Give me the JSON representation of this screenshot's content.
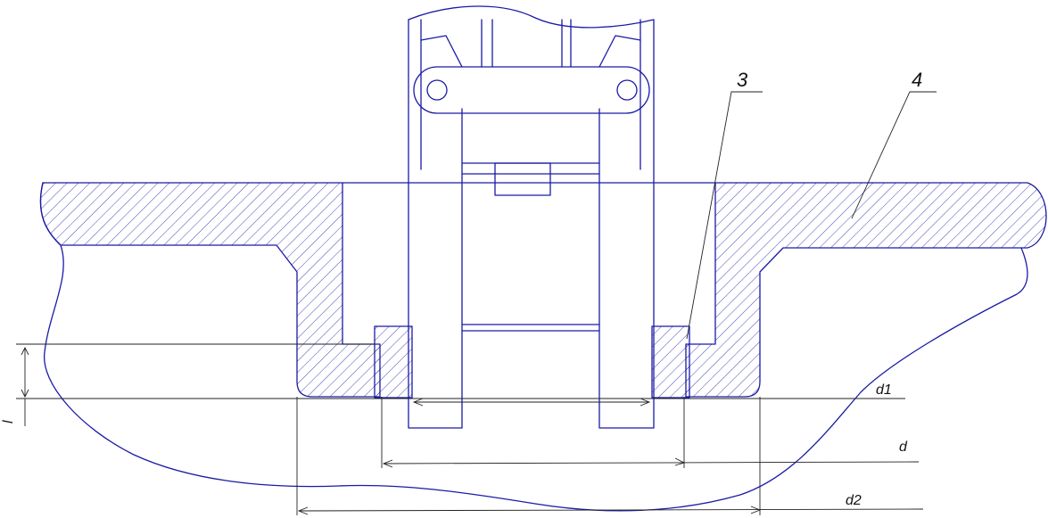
{
  "callouts": {
    "part_3": "3",
    "part_4": "4"
  },
  "dimensions": {
    "d1": "d1",
    "d": "d",
    "d2": "d2",
    "l": "l"
  },
  "colors": {
    "outline": "#1a1aa6",
    "dimension": "#222222",
    "background": "#ffffff"
  }
}
